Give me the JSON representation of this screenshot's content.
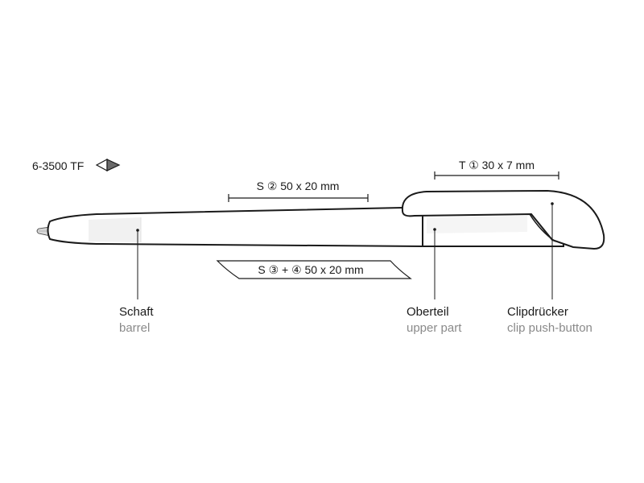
{
  "model": {
    "code": "6-3500 TF"
  },
  "print_areas": {
    "barrel_top": "S ② 50 x 20 mm",
    "barrel_wrap": "S ③ + ④ 50 x 20 mm",
    "clip": "T ① 30 x 7 mm"
  },
  "callouts": {
    "barrel": {
      "de": "Schaft",
      "en": "barrel"
    },
    "upper_part": {
      "de": "Oberteil",
      "en": "upper part"
    },
    "clip_button": {
      "de": "Clipdrücker",
      "en": "clip push-button"
    }
  },
  "colors": {
    "line": "#1a1a1a",
    "pen_fill": "#ffffff",
    "pen_shade": "#ececec",
    "secondary_text": "#8a8a8a"
  }
}
